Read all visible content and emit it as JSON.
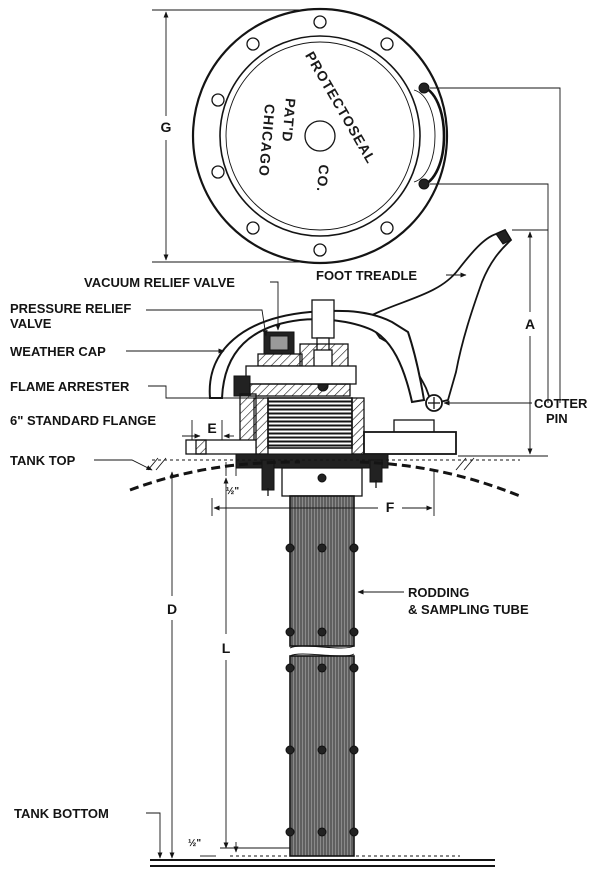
{
  "labels": {
    "vacuum_relief_valve": "VACUUM RELIEF VALVE",
    "foot_treadle": "FOOT TREADLE",
    "pressure_relief_line1": "PRESSURE RELIEF",
    "pressure_relief_line2": "VALVE",
    "weather_cap": "WEATHER CAP",
    "flame_arrester": "FLAME ARRESTER",
    "standard_flange": "6\" STANDARD FLANGE",
    "tank_top": "TANK TOP",
    "cotter_line1": "COTTER",
    "cotter_line2": "PIN",
    "rodding_line1": "RODDING",
    "rodding_line2": "& SAMPLING  TUBE",
    "tank_bottom": "TANK BOTTOM"
  },
  "dimensions": {
    "g": "G",
    "a": "A",
    "e": "E",
    "f": "F",
    "d": "D",
    "l": "L",
    "half_inch_top": "½\"",
    "half_inch_bottom": "½\""
  },
  "cover_stamp": {
    "protectoseal": "PROTECTOSEAL",
    "co": "CO.",
    "patd": "PAT'D",
    "chicago": "CHICAGO"
  }
}
